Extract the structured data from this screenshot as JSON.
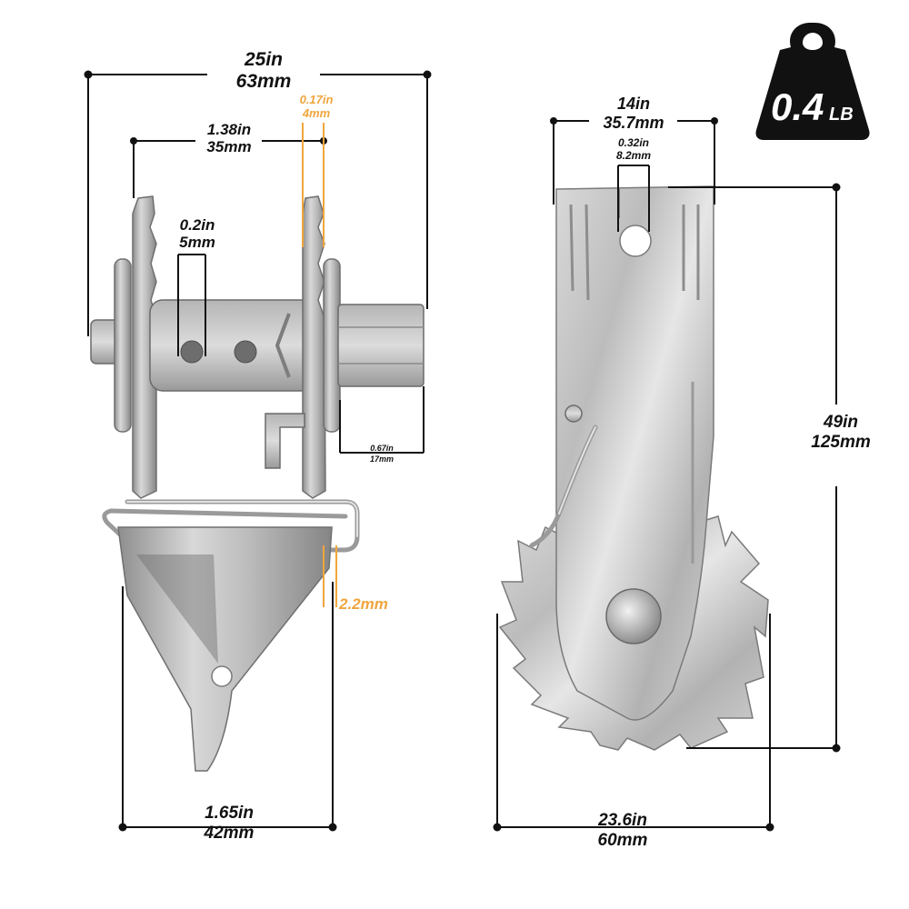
{
  "weight_badge": {
    "value": "0.4",
    "unit": "LB",
    "bg_color": "#111111",
    "text_color": "#ffffff"
  },
  "left_view": {
    "overall_width": {
      "in": "25in",
      "mm": "63mm"
    },
    "flange_span": {
      "in": "1.38in",
      "mm": "35mm"
    },
    "plate_thickness": {
      "in": "0.17in",
      "mm": "4mm"
    },
    "hole_diameter": {
      "in": "0.2in",
      "mm": "5mm"
    },
    "hex_height": {
      "in": "0.67in",
      "mm": "17mm"
    },
    "wire_gauge": {
      "mm": "2.2mm"
    },
    "base_width": {
      "in": "1.65in",
      "mm": "42mm"
    }
  },
  "right_view": {
    "top_width": {
      "in": "14in",
      "mm": "35.7mm"
    },
    "slot_width": {
      "in": "0.32in",
      "mm": "8.2mm"
    },
    "height": {
      "in": "49in",
      "mm": "125mm"
    },
    "wheel_width": {
      "in": "23.6in",
      "mm": "60mm"
    }
  },
  "colors": {
    "dimension_line": "#111111",
    "highlight": "#f0a53c",
    "metal": "#c9c9c9"
  }
}
